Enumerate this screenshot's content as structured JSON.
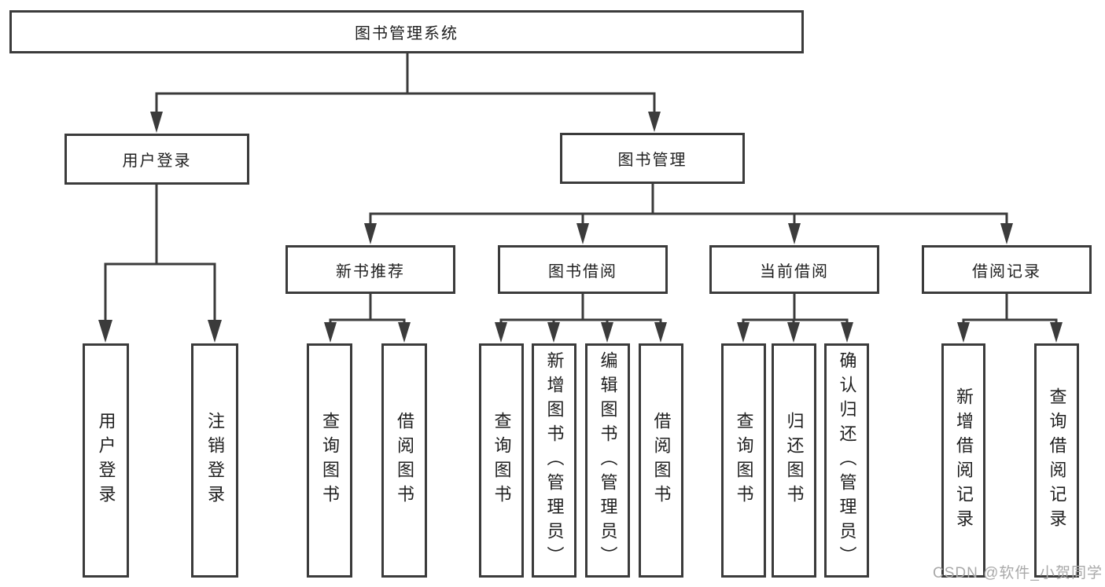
{
  "tree": {
    "label": "图书管理系统",
    "children": [
      {
        "label": "用户登录",
        "children": [
          {
            "label": "用户登录"
          },
          {
            "label": "注销登录"
          }
        ]
      },
      {
        "label": "图书管理",
        "children": [
          {
            "label": "新书推荐",
            "children": [
              {
                "label": "查询图书"
              },
              {
                "label": "借阅图书"
              }
            ]
          },
          {
            "label": "图书借阅",
            "children": [
              {
                "label": "查询图书"
              },
              {
                "label": "新增图书（管理员）"
              },
              {
                "label": "编辑图书（管理员）"
              },
              {
                "label": "借阅图书"
              }
            ]
          },
          {
            "label": "当前借阅",
            "children": [
              {
                "label": "查询图书"
              },
              {
                "label": "归还图书"
              },
              {
                "label": "确认归还（管理员）"
              }
            ]
          },
          {
            "label": "借阅记录",
            "children": [
              {
                "label": "新增借阅记录"
              },
              {
                "label": "查询借阅记录"
              }
            ]
          }
        ]
      }
    ]
  },
  "watermark": {
    "text": "CSDN @软件_小贺同学"
  },
  "colors": {
    "line": "#3b3b3b",
    "text": "#1f1f1f",
    "watermark": "#a9a9a9"
  }
}
